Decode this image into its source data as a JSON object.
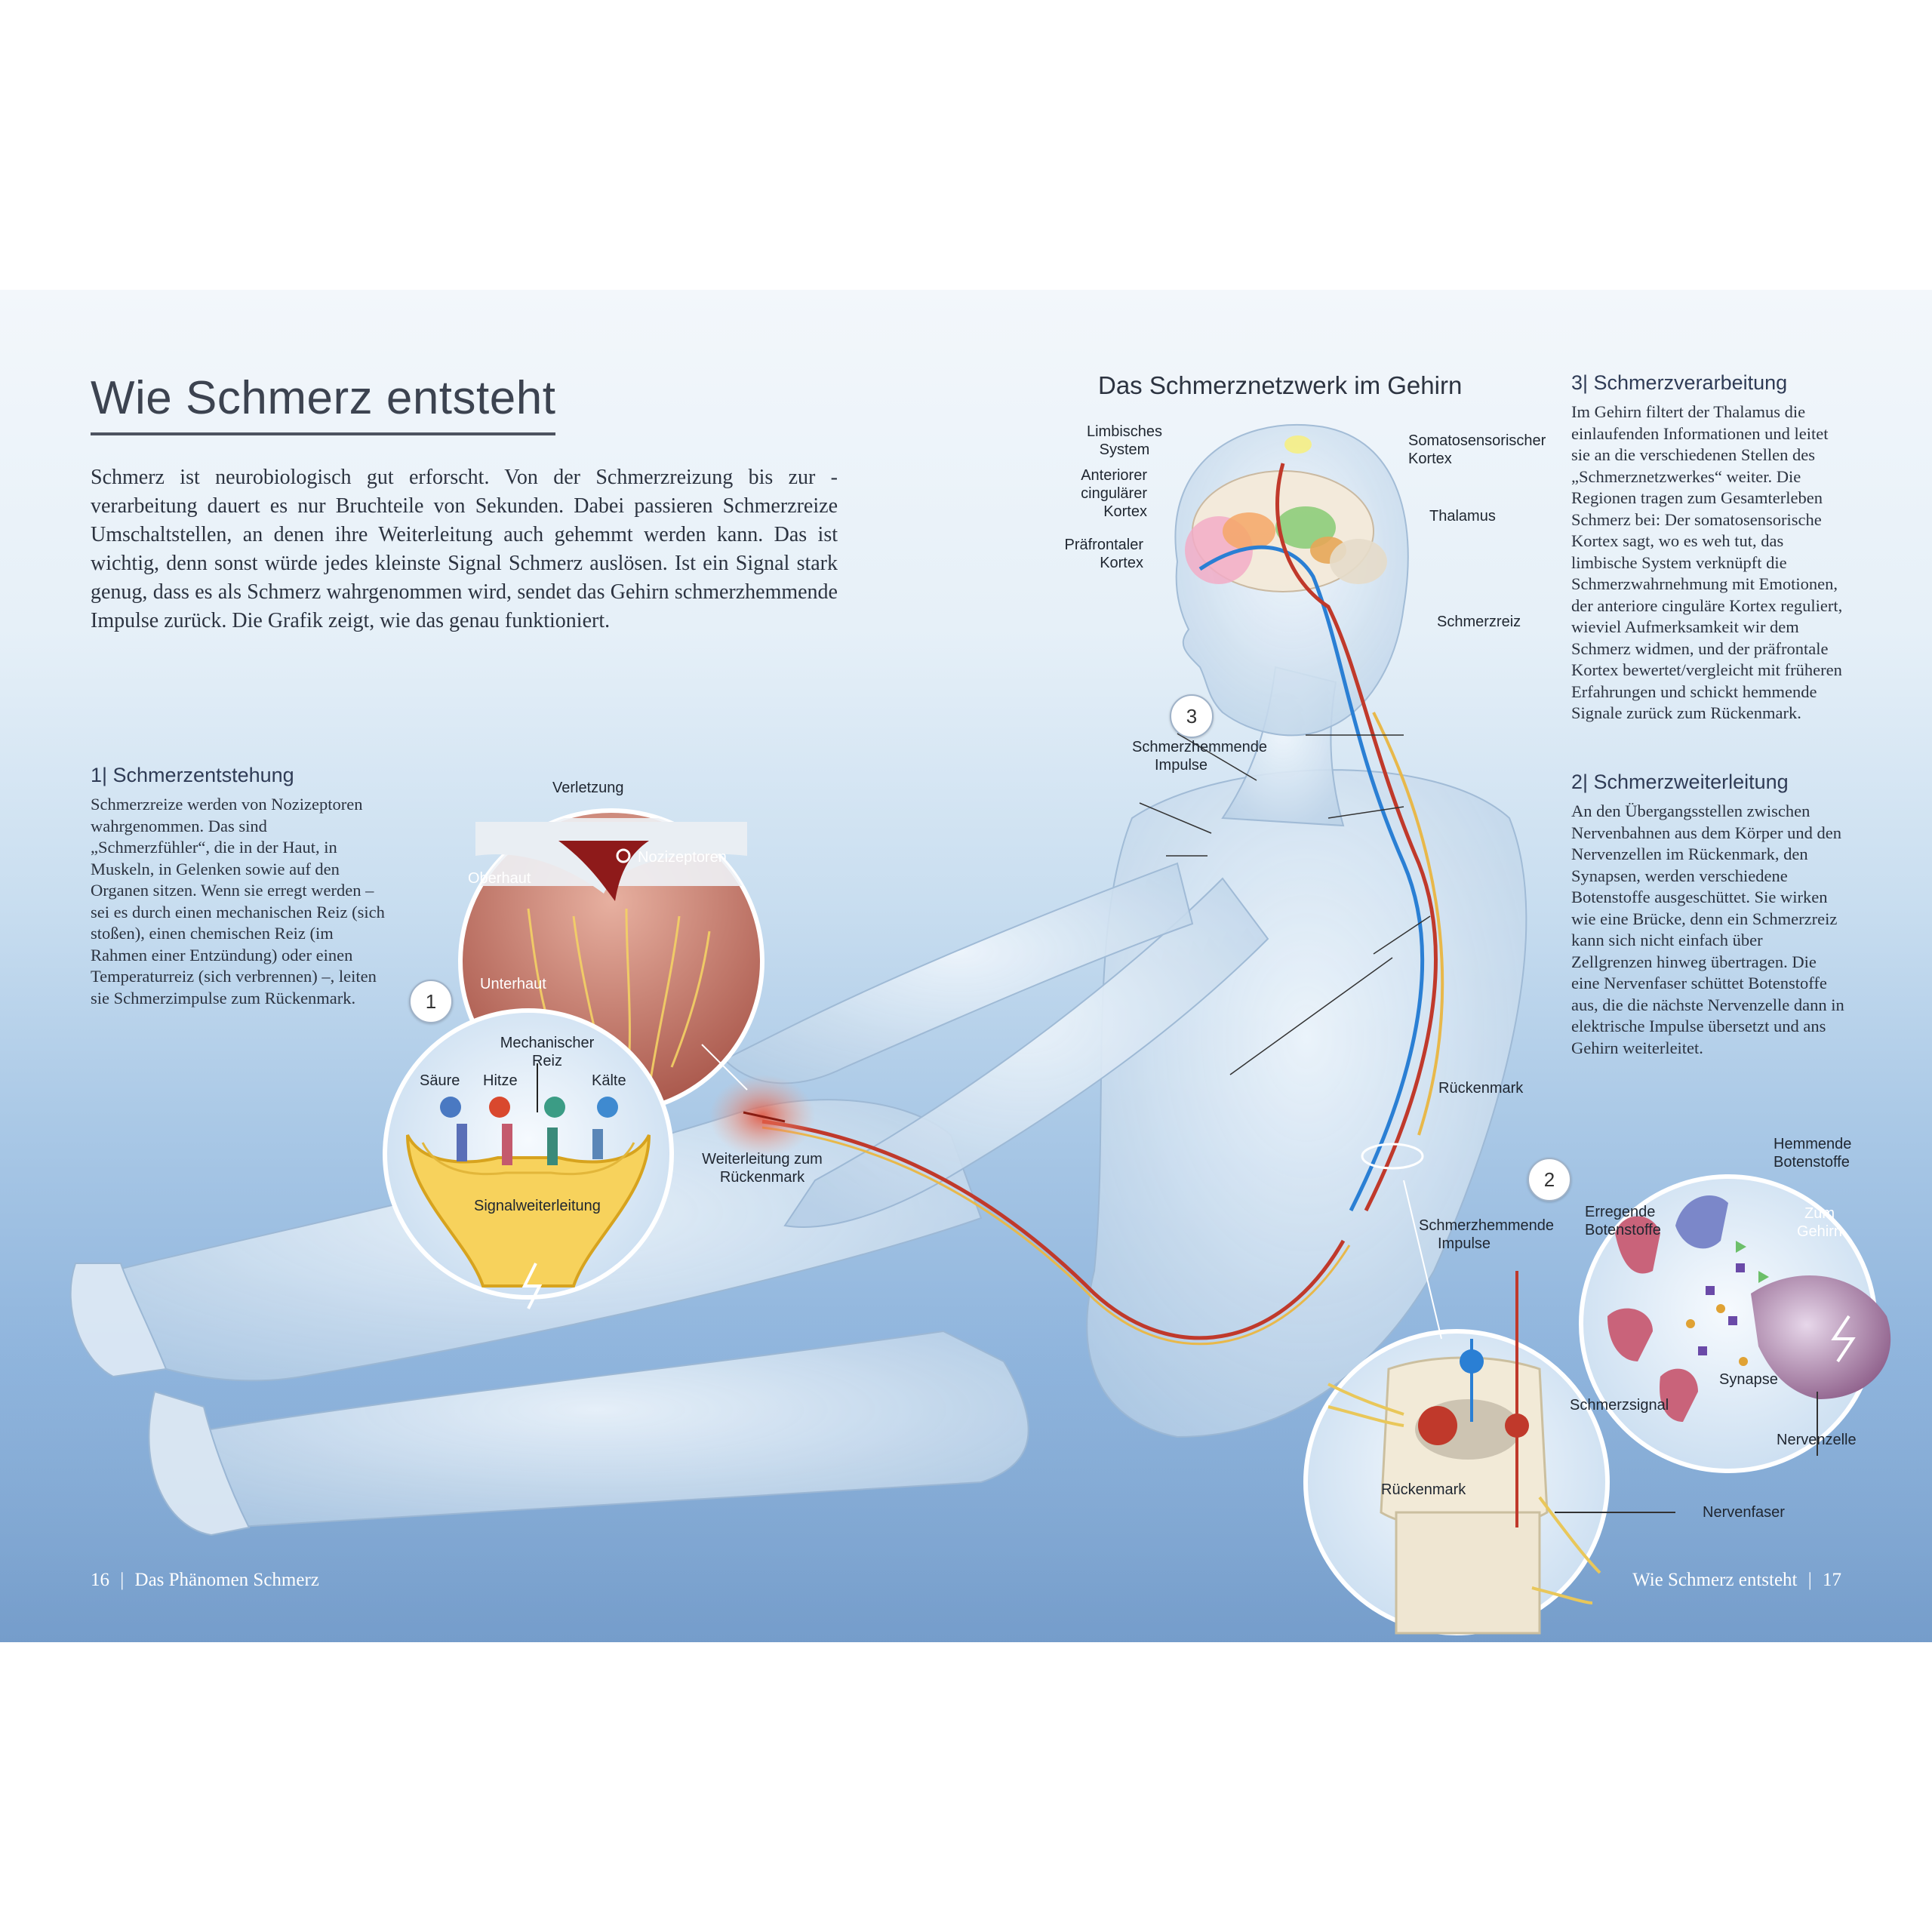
{
  "title": "Wie Schmerz entsteht",
  "intro": "Schmerz ist neurobiologisch gut erforscht. Von der Schmerzreizung bis zur -verarbeitung dauert es nur Bruchteile von Sekunden. Dabei passieren Schmerzreize Umschaltstellen, an denen ihre Weiterleitung auch gehemmt werden kann. Das ist wichtig, denn sonst würde jedes kleinste Signal Schmerz auslösen. Ist ein Signal stark genug, dass es als Schmerz wahrgenommen wird, sendet das Gehirn schmerzhemmende Impulse zurück. Die Grafik zeigt, wie das genau funktioniert.",
  "section1": {
    "title": "1| Schmerzentstehung",
    "body": "Schmerzreize werden von Nozizeptoren wahrgenommen. Das sind „Schmerzfühler“, die in der Haut, in Muskeln, in Gelenken sowie auf den Organen sitzen. Wenn sie erregt werden – sei es durch einen mechanischen Reiz (sich stoßen), einen chemischen Reiz (im Rahmen einer Entzündung) oder einen Temperaturreiz (sich verbrennen) –, leiten sie Schmerzimpulse zum Rückenmark."
  },
  "section3": {
    "title": "3| Schmerzverarbeitung",
    "body": "Im Gehirn filtert der Thalamus die einlaufenden Informationen und leitet sie an die verschiedenen Stellen des „Schmerznetzwerkes“ weiter. Die Regionen tragen zum Gesamterleben Schmerz bei: Der somatosensorische Kortex sagt, wo es weh tut, das limbische System verknüpft die Schmerzwahrnehmung mit Emotionen, der anteriore cinguläre Kortex reguliert, wieviel Aufmerksamkeit wir dem Schmerz widmen, und der präfrontale Kortex bewertet/vergleicht mit früheren Erfahrungen und schickt hemmende Signale zurück zum Rückenmark."
  },
  "section2": {
    "title": "2| Schmerzweiterleitung",
    "body": "An den Übergangsstellen zwischen Nervenbahnen aus dem Körper und den Nervenzellen im Rückenmark, den Synapsen, werden verschiedene Botenstoffe ausgeschüttet. Sie wirken wie eine Brücke, denn ein Schmerzreiz kann sich nicht einfach über Zellgrenzen hinweg übertragen. Die eine Nervenfaser schüttet Botenstoffe aus, die die nächste Nervenzelle dann in elektrische Impulse übersetzt und ans Gehirn weiterleitet."
  },
  "brain": {
    "title": "Das Schmerznetzwerk im Gehirn",
    "limbic": "Limbisches System",
    "acc": "Anteriorer cingulärer Kortex",
    "pfc": "Präfrontaler Kortex",
    "somato": "Somatosensorischer Kortex",
    "thalamus": "Thalamus",
    "reiz": "Schmerzreiz",
    "hemm": "Schmerzhemmende Impulse"
  },
  "skin": {
    "verletzung": "Verletzung",
    "nozizeptoren": "Nozizeptoren",
    "oberhaut": "Oberhaut",
    "unterhaut": "Unterhaut"
  },
  "receptor": {
    "mechanisch": "Mechanischer Reiz",
    "saeure": "Säure",
    "hitze": "Hitze",
    "kaelte": "Kälte",
    "signal": "Signalweiterleitung"
  },
  "knee_label": "Weiterleitung zum Rückenmark",
  "spine_labels": {
    "rueckenmark_top": "Rückenmark",
    "hemm": "Schmerzhemmende Impulse",
    "signal": "Schmerzsignal",
    "rueckenmark": "Rückenmark",
    "nervenfaser": "Nervenfaser"
  },
  "synapse_labels": {
    "hemmende": "Hemmende Botenstoffe",
    "erregende": "Erregende Botenstoffe",
    "zum_gehirn": "Zum Gehirn",
    "synapse": "Synapse",
    "nervenzelle": "Nervenzelle"
  },
  "badges": {
    "one": "1",
    "two": "2",
    "three": "3"
  },
  "footer": {
    "left_page": "16",
    "left_text": "Das Phänomen Schmerz",
    "right_text": "Wie Schmerz entsteht",
    "right_page": "17",
    "sep": "|"
  },
  "colors": {
    "pain_signal": "#c0392b",
    "inhibit_signal": "#2a7fd4",
    "nerve": "#e8b84a",
    "body": "#d8e7f4"
  }
}
